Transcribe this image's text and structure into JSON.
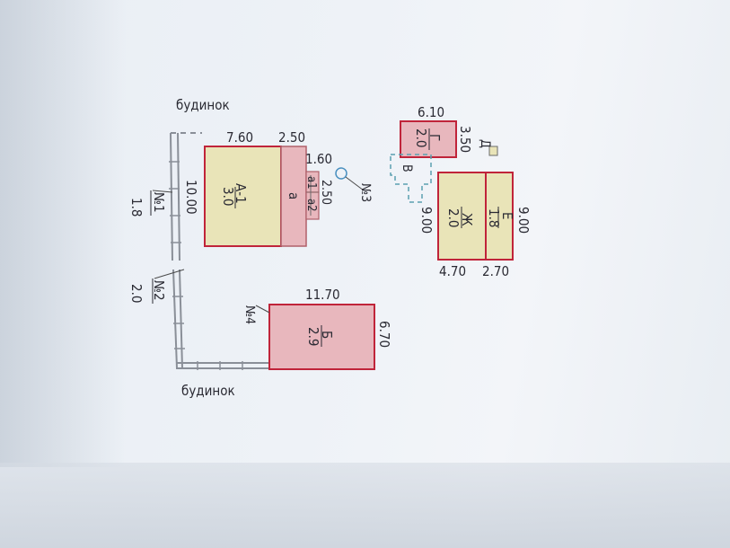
{
  "labels": {
    "top_building": "будинок",
    "bottom_building": "будинок"
  },
  "fences": {
    "no1": "№1",
    "no1_len": "1.8",
    "no2": "№2",
    "no2_len": "2.0",
    "no3": "№3",
    "no4": "№4"
  },
  "building_a": {
    "name": "А-1",
    "value": "3.0",
    "length": "7.60",
    "width": "10.00",
    "annex_a": "а",
    "annex_a_len": "2.50",
    "a1": "а1",
    "a2": "а2",
    "a1_len": "1.60",
    "a2_len": "2.50"
  },
  "building_b": {
    "name": "Б",
    "value": "2.9",
    "length": "11.70",
    "width": "6.70"
  },
  "building_g": {
    "name": "Г",
    "value": "2.0",
    "length": "6.10",
    "width": "3.50"
  },
  "building_d": {
    "name": "Д"
  },
  "building_v": {
    "name": "В"
  },
  "building_zh": {
    "name": "Ж",
    "value": "2.0",
    "length": "4.70",
    "width": "9.00"
  },
  "building_e": {
    "name": "Е",
    "value": "1.8",
    "length": "2.70",
    "width": "9.00"
  },
  "colors": {
    "pink_fill": "#e8b7bd",
    "yellow_fill": "#e9e4b8",
    "red_line": "#c0243a",
    "ink": "#2a2a33",
    "dashed": "#5aa0b0"
  }
}
